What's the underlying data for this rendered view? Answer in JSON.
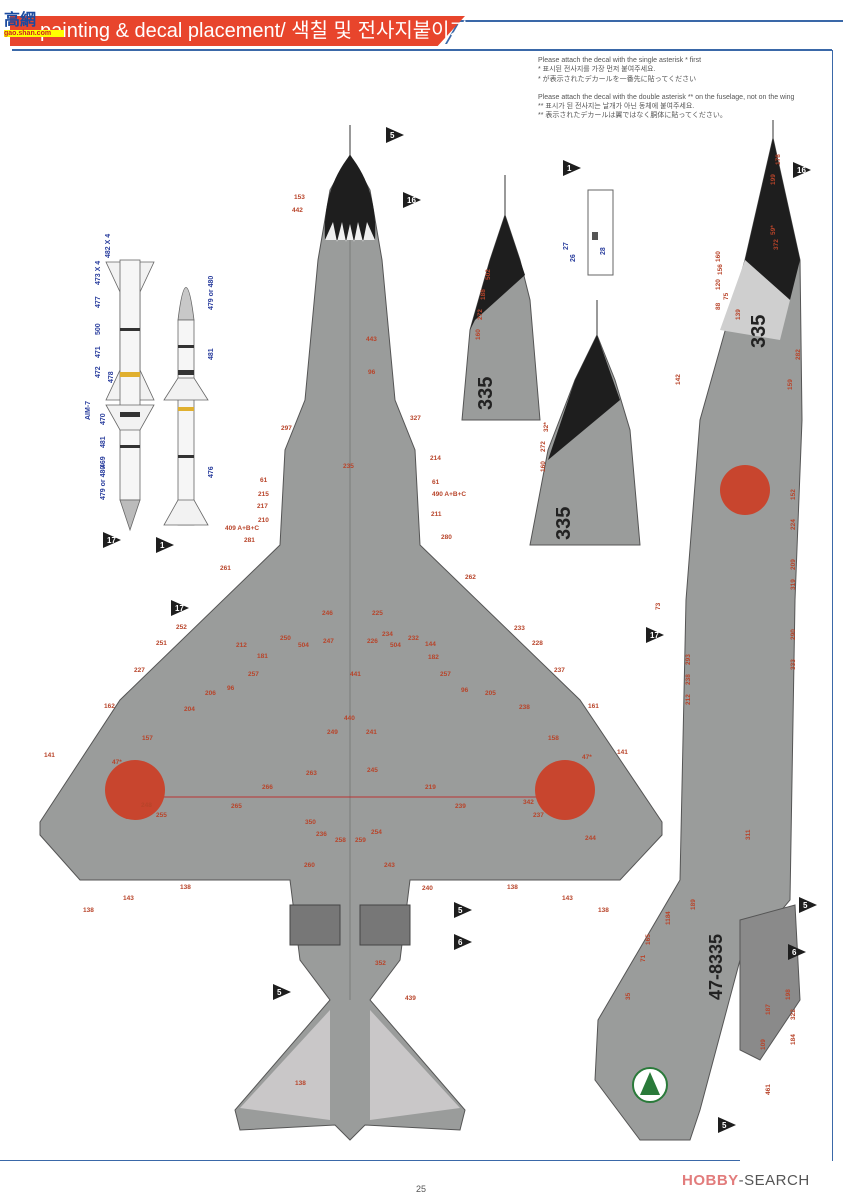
{
  "header": {
    "title": "painting & decal placement/ 색칠 및 전사지붙이기",
    "logo_text": "高網",
    "logo_sub": "gao.shan.com"
  },
  "notes": {
    "single_en": "Please attach the decal with the single asterisk * first",
    "single_ko": "* 표시된 전사지를 가장 먼저 붙여주세요.",
    "single_ja": "* が表示されたデカールを一番先に貼ってください",
    "double_en": "Please attach the decal with the double asterisk ** on the fuselage, not on the wing",
    "double_ko": "** 표시가 된 전사지는 날개가 아닌 동체에 붙여주세요.",
    "double_ja": "** 表示されたデカールは翼ではなく胴体に貼ってください。"
  },
  "missiles": {
    "name": "AIM-7",
    "missile1_labels": [
      "482 X 4",
      "473 X 4",
      "477",
      "500",
      "471",
      "472",
      "478",
      "470",
      "481",
      "469",
      "479 or 480"
    ],
    "missile2_labels": [
      "479 or 480",
      "481",
      "476"
    ],
    "markers": [
      "17",
      "1"
    ]
  },
  "top_view": {
    "markers": [
      "5",
      "16",
      "17",
      "5",
      "6",
      "5"
    ],
    "labels": [
      "153",
      "442",
      "443",
      "96",
      "297",
      "327",
      "235",
      "214",
      "61",
      "61",
      "215",
      "490 A+B+C",
      "217",
      "210",
      "211",
      "409 A+B+C",
      "281",
      "280",
      "261",
      "262",
      "246",
      "225",
      "252",
      "233",
      "251",
      "228",
      "212",
      "250",
      "504",
      "247",
      "226",
      "234",
      "232",
      "504",
      "144",
      "181",
      "182",
      "227",
      "237",
      "257",
      "257",
      "96",
      "96",
      "206",
      "205",
      "441",
      "204",
      "238",
      "162",
      "161",
      "249",
      "241",
      "440",
      "157",
      "158",
      "47*",
      "47*",
      "141",
      "141",
      "263",
      "245",
      "266",
      "219",
      "248",
      "255",
      "265",
      "239",
      "342",
      "237",
      "350",
      "236",
      "258",
      "259",
      "254",
      "244",
      "260",
      "243",
      "240",
      "138",
      "138",
      "143",
      "143",
      "138",
      "138",
      "352",
      "439",
      "138"
    ]
  },
  "side_view": {
    "markers": [
      "16",
      "17",
      "5",
      "6",
      "5"
    ],
    "fuselage_number": "335",
    "tail_number": "47-8335",
    "labels": [
      "178",
      "199",
      "59*",
      "372",
      "160",
      "156",
      "120",
      "75",
      "88",
      "139",
      "282",
      "159",
      "142",
      "152",
      "224",
      "209",
      "319",
      "290",
      "333",
      "73",
      "293",
      "238",
      "212",
      "311",
      "189",
      "4",
      "118",
      "165",
      "71",
      "35",
      "184",
      "198",
      "187",
      "322",
      "109",
      "461"
    ]
  },
  "insets": {
    "inset1_labels": [
      "502",
      "188",
      "272",
      "160"
    ],
    "inset2_labels": [
      "32*",
      "272",
      "160"
    ],
    "inset_number": "335",
    "panel_labels": [
      "27",
      "26",
      "28"
    ],
    "panel_marker": "1"
  },
  "footer": {
    "page_number": "25",
    "watermark_brand": "HOBBY",
    "watermark_rest": "-SEARCH"
  },
  "colors": {
    "banner": "#e8452c",
    "frame": "#3a68a8",
    "aircraft_gray": "#9a9c9b",
    "nose_black": "#1e1e1e",
    "roundel_red": "#c8452e",
    "callout": "#b8442a",
    "missile_callout": "#2b3f9e"
  }
}
